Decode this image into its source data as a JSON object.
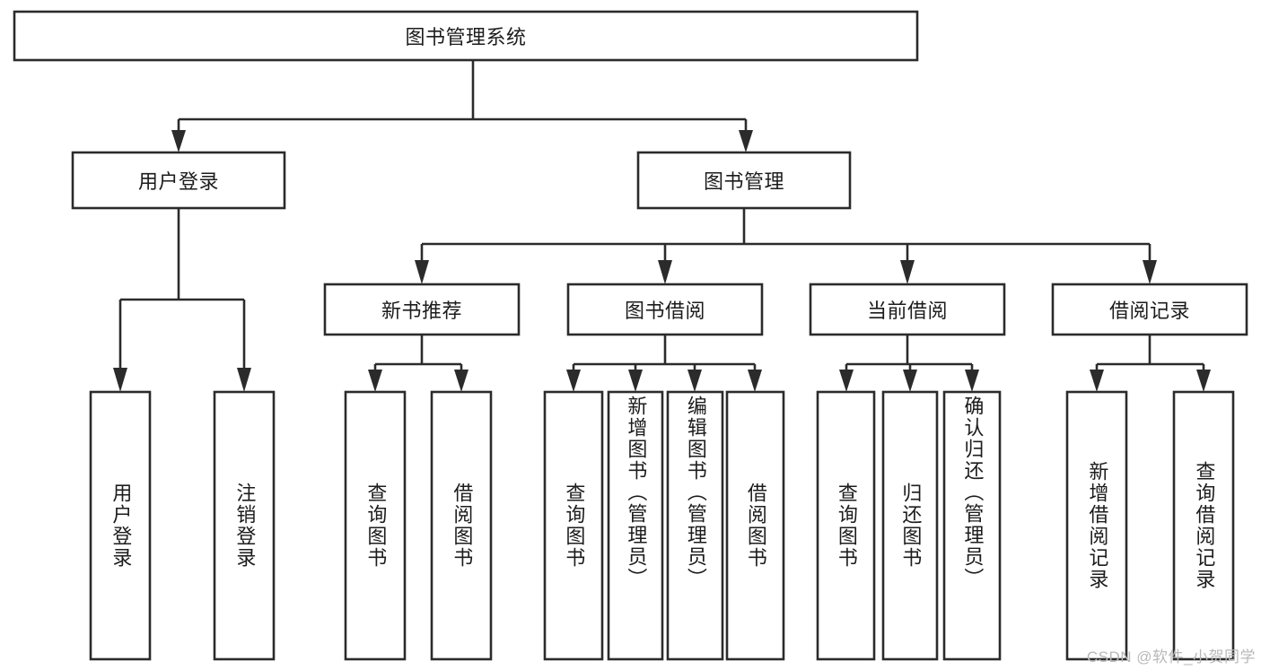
{
  "diagram": {
    "type": "tree-hierarchy",
    "title": "图书管理系统",
    "watermark": "CSDN @软件_小贺同学",
    "colors": {
      "stroke": "#2b2b2b",
      "box_fill": "#ffffff",
      "text": "#1c1c1c",
      "background": "#ffffff",
      "watermark": "#b9b9b9"
    },
    "root": {
      "label": "图书管理系统",
      "orientation": "horizontal"
    },
    "level2": [
      {
        "label": "用户登录",
        "orientation": "horizontal"
      },
      {
        "label": "图书管理",
        "orientation": "horizontal"
      }
    ],
    "level3": [
      {
        "label": "新书推荐",
        "orientation": "horizontal"
      },
      {
        "label": "图书借阅",
        "orientation": "horizontal"
      },
      {
        "label": "当前借阅",
        "orientation": "horizontal"
      },
      {
        "label": "借阅记录",
        "orientation": "horizontal"
      }
    ],
    "leaves": {
      "user_login": [
        {
          "label": "用户登录",
          "orientation": "vertical"
        },
        {
          "label": "注销登录",
          "orientation": "vertical"
        }
      ],
      "new_book_recommend": [
        {
          "label": "查询图书",
          "orientation": "vertical"
        },
        {
          "label": "借阅图书",
          "orientation": "vertical"
        }
      ],
      "book_borrow": [
        {
          "label": "查询图书",
          "orientation": "vertical"
        },
        {
          "label": "新增图书（管理员）",
          "orientation": "vertical"
        },
        {
          "label": "编辑图书（管理员）",
          "orientation": "vertical"
        },
        {
          "label": "借阅图书",
          "orientation": "vertical"
        }
      ],
      "current_borrow": [
        {
          "label": "查询图书",
          "orientation": "vertical"
        },
        {
          "label": "归还图书",
          "orientation": "vertical"
        },
        {
          "label": "确认归还（管理员）",
          "orientation": "vertical"
        }
      ],
      "borrow_record": [
        {
          "label": "新增借阅记录",
          "orientation": "vertical"
        },
        {
          "label": "查询借阅记录",
          "orientation": "vertical"
        }
      ]
    }
  }
}
